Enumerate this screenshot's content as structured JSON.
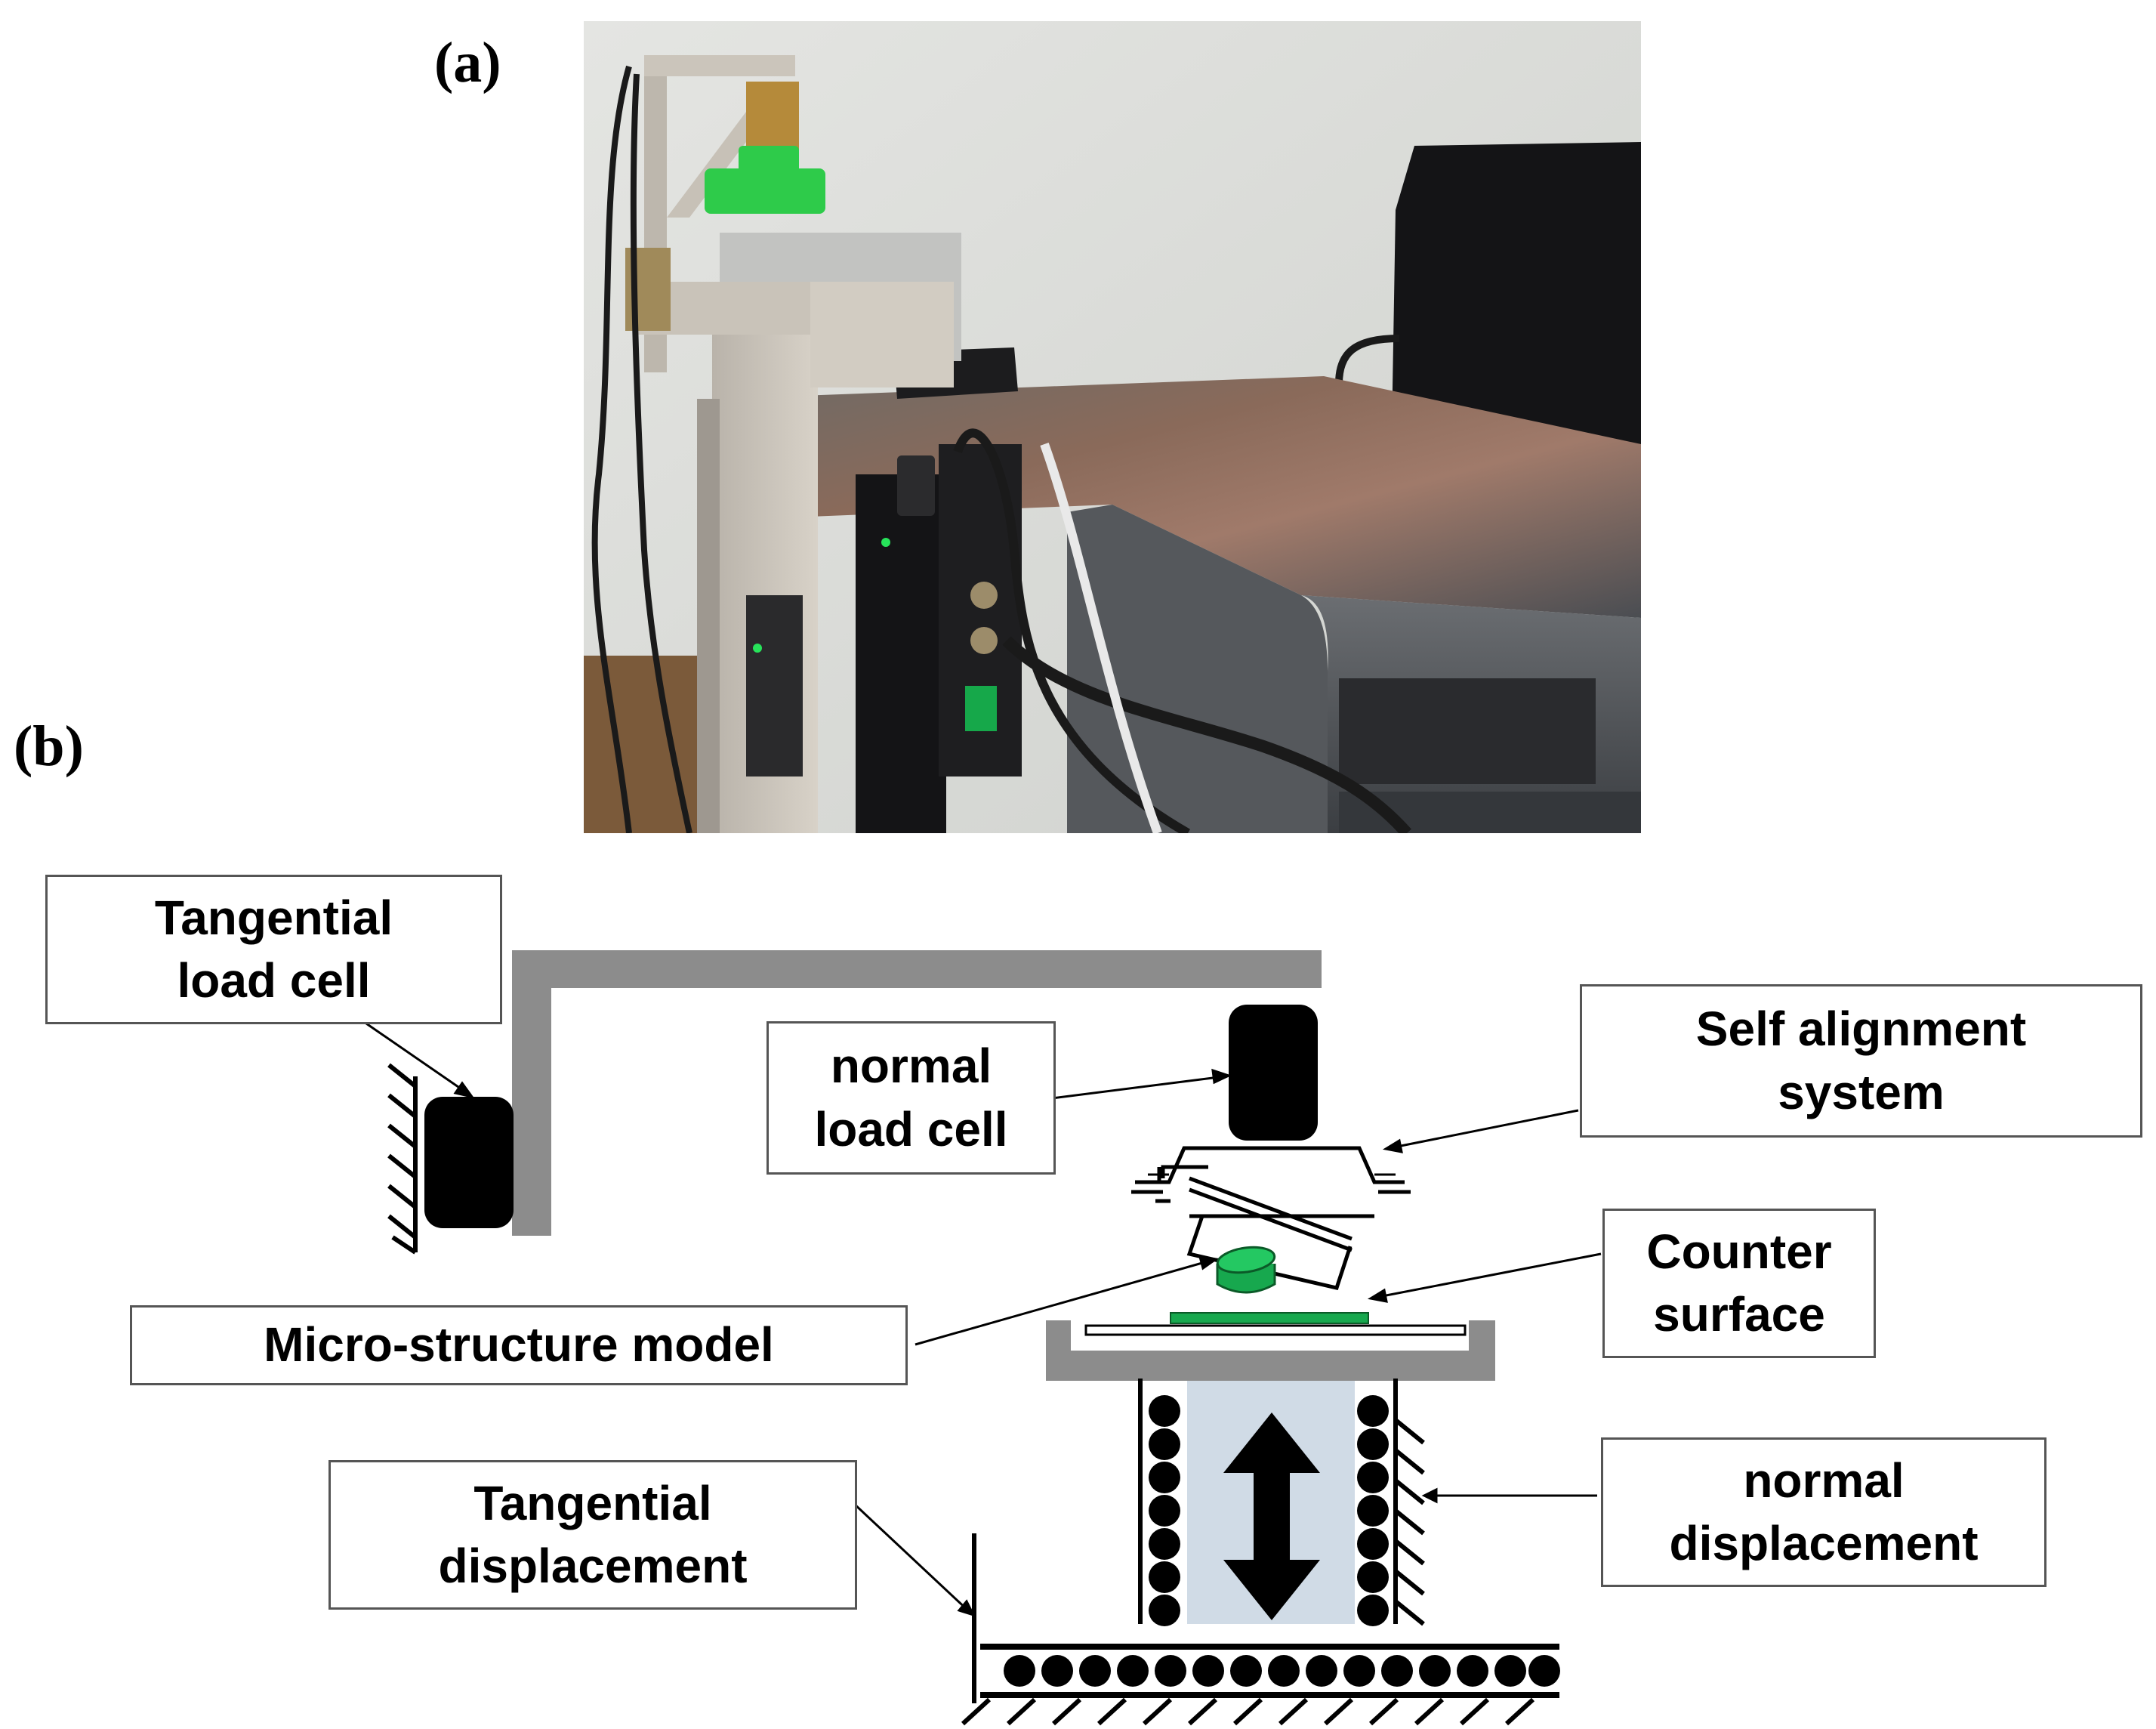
{
  "panels": {
    "a": "(a)",
    "b": "(b)"
  },
  "labels": {
    "tangential_load_cell": "Tangential\nload cell",
    "normal_load_cell": "normal\nload cell",
    "self_alignment_system": "Self alignment\nsystem",
    "counter_surface": "Counter\nsurface",
    "micro_structure_model": "Micro-structure model",
    "tangential_displacement": "Tangential\ndisplacement",
    "normal_displacement": "normal\ndisplacement"
  },
  "colors": {
    "frame_gray": "#8c8c8c",
    "specimen_green": "#1aaa5a",
    "actuator_blue": "#d0dbe6",
    "ink": "#000000"
  }
}
